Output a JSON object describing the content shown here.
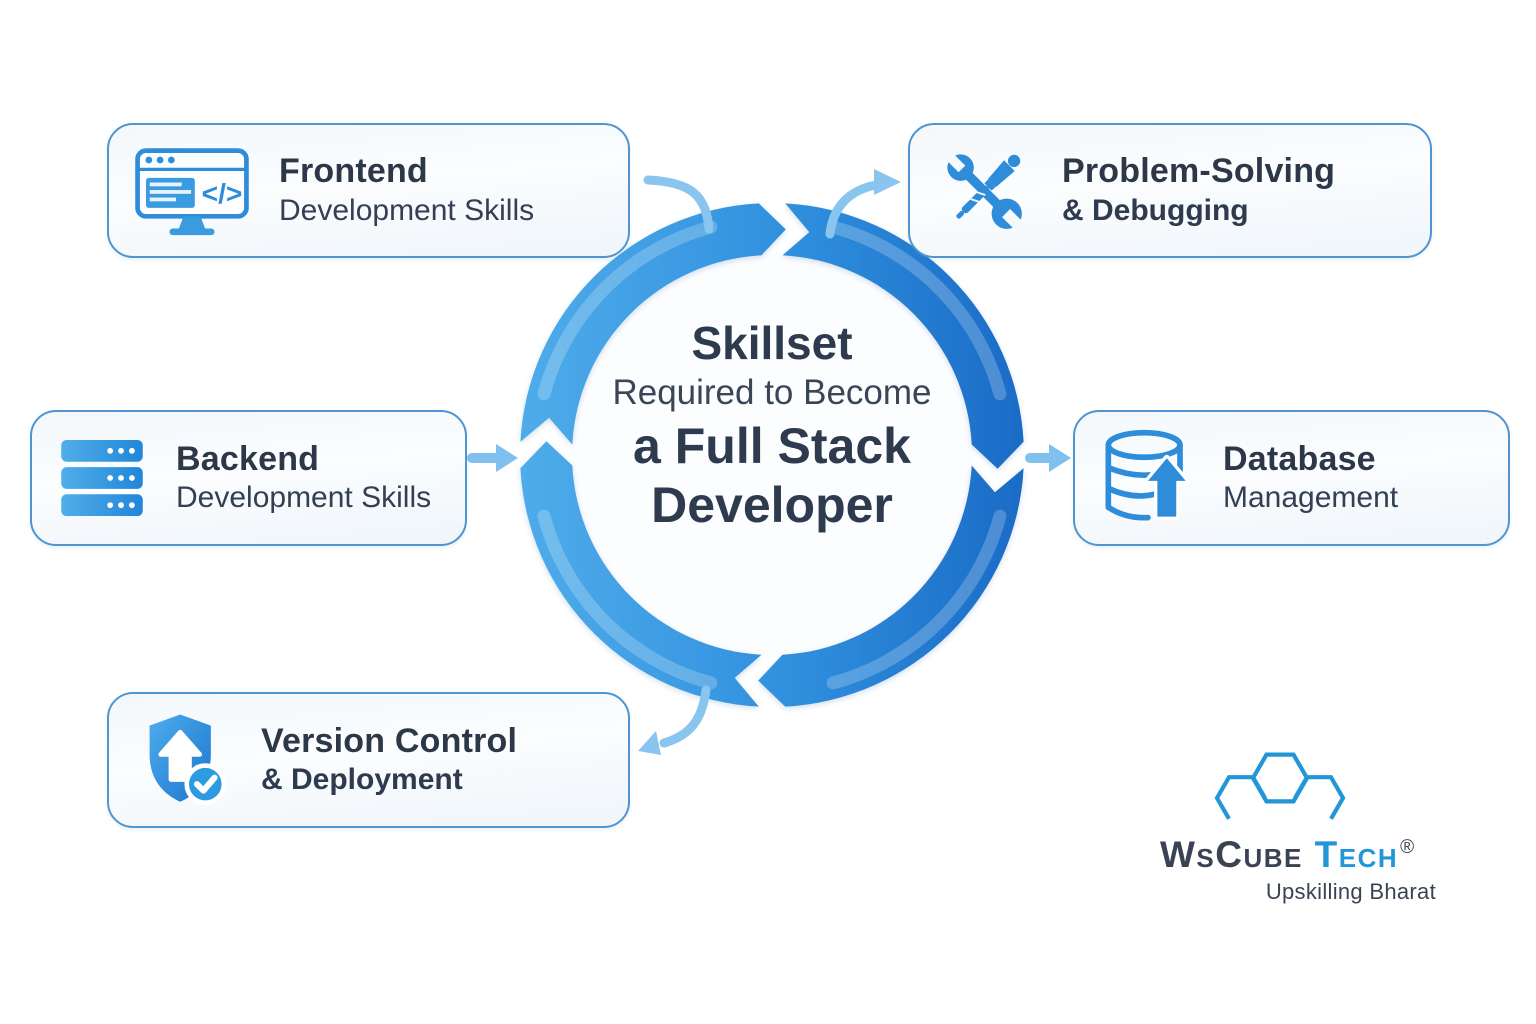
{
  "center": {
    "line1": "Skillset",
    "line2": "Required to Become",
    "line3": "a Full Stack",
    "line4": "Developer"
  },
  "cards": [
    {
      "id": "frontend",
      "line1": "Frontend",
      "line2": "Development Skills",
      "icon": "monitor-code-icon"
    },
    {
      "id": "problem-solving",
      "line1": "Problem-Solving",
      "line2": "& Debugging",
      "icon": "wrench-screwdriver-icon"
    },
    {
      "id": "backend",
      "line1": "Backend",
      "line2": "Development Skills",
      "icon": "server-stack-icon"
    },
    {
      "id": "database",
      "line1": "Database",
      "line2": "Management",
      "icon": "database-upload-icon"
    },
    {
      "id": "version-control",
      "line1": "Version Control",
      "line2": "& Deployment",
      "icon": "shield-check-icon"
    }
  ],
  "logo": {
    "brand_primary": "WsCube",
    "brand_secondary": "Tech",
    "registered_mark": "®",
    "tagline": "Upskilling Bharat"
  },
  "colors": {
    "ring_light": "#4FACEA",
    "ring_dark": "#1A6BC6",
    "icon_blue": "#2E8CD9",
    "card_border": "#4E95D2",
    "connector_blue": "#85C3EE",
    "text_dark": "#2C3748",
    "logo_blue": "#2196D9"
  }
}
